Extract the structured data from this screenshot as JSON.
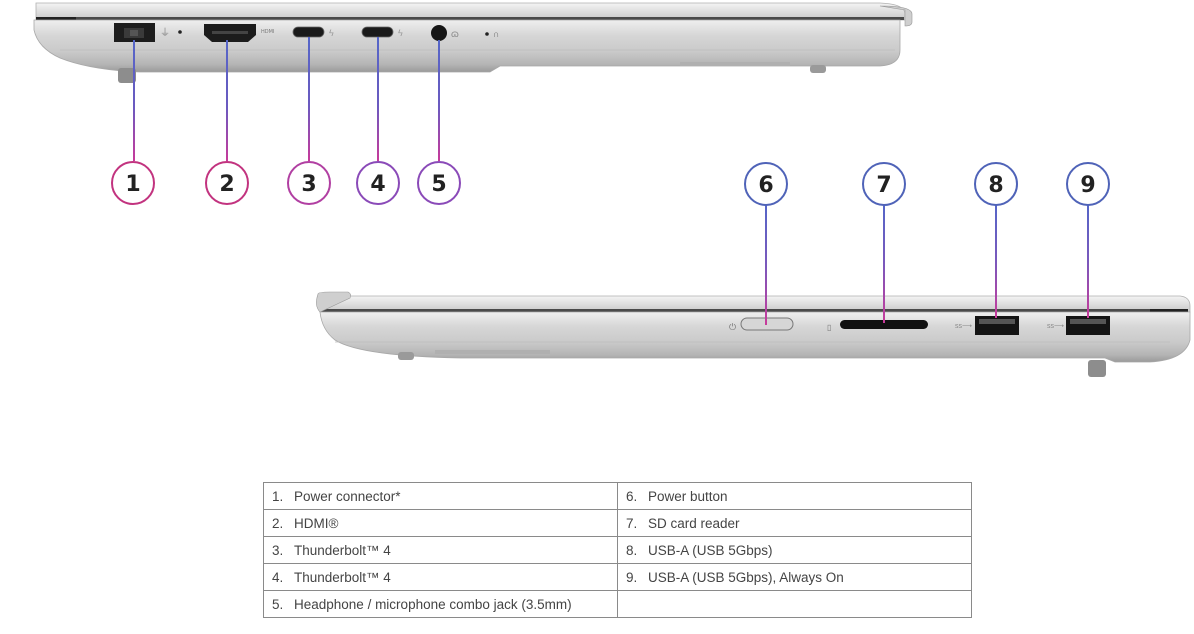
{
  "diagram": {
    "title": "Laptop side ports",
    "colors": {
      "body_light": "#d9d9d9",
      "body_mid": "#c4c4c4",
      "body_dark": "#9e9e9e",
      "port_black": "#1a1a1a",
      "callout_pink": "#c2337f",
      "callout_magenta": "#b13fa2",
      "callout_purple": "#8a4ab8",
      "callout_blue": "#4f63b8",
      "line_blue": "#5566c8",
      "line_magenta": "#c83a9a"
    },
    "left_side": {
      "port_markings": [
        "power-plug-icon",
        "led-dot",
        "HDMI",
        "thunderbolt-icon",
        "thunderbolt-icon",
        "headset-icon",
        "led-dot",
        "headphone-icon"
      ],
      "hdmi_marking": "HDMI",
      "callouts": [
        {
          "number": "1",
          "target": "Power connector"
        },
        {
          "number": "2",
          "target": "HDMI"
        },
        {
          "number": "3",
          "target": "Thunderbolt 4"
        },
        {
          "number": "4",
          "target": "Thunderbolt 4"
        },
        {
          "number": "5",
          "target": "Headphone jack"
        }
      ]
    },
    "right_side": {
      "port_markings": [
        "power-icon",
        "sd-card-icon",
        "usb-ss-icon",
        "usb-ss-always-on-icon"
      ],
      "callouts": [
        {
          "number": "6",
          "target": "Power button"
        },
        {
          "number": "7",
          "target": "SD card reader"
        },
        {
          "number": "8",
          "target": "USB-A"
        },
        {
          "number": "9",
          "target": "USB-A Always On"
        }
      ]
    }
  },
  "legend_table": {
    "left_column": [
      {
        "num": "1.",
        "label": "Power connector*"
      },
      {
        "num": "2.",
        "label": "HDMI®"
      },
      {
        "num": "3.",
        "label": "Thunderbolt™ 4"
      },
      {
        "num": "4.",
        "label": "Thunderbolt™ 4"
      },
      {
        "num": "5.",
        "label": "Headphone / microphone combo jack (3.5mm)"
      }
    ],
    "right_column": [
      {
        "num": "6.",
        "label": "Power button"
      },
      {
        "num": "7.",
        "label": "SD card reader"
      },
      {
        "num": "8.",
        "label": "USB-A (USB 5Gbps)"
      },
      {
        "num": "9.",
        "label": "USB-A (USB 5Gbps), Always On"
      },
      {
        "num": "",
        "label": ""
      }
    ]
  }
}
